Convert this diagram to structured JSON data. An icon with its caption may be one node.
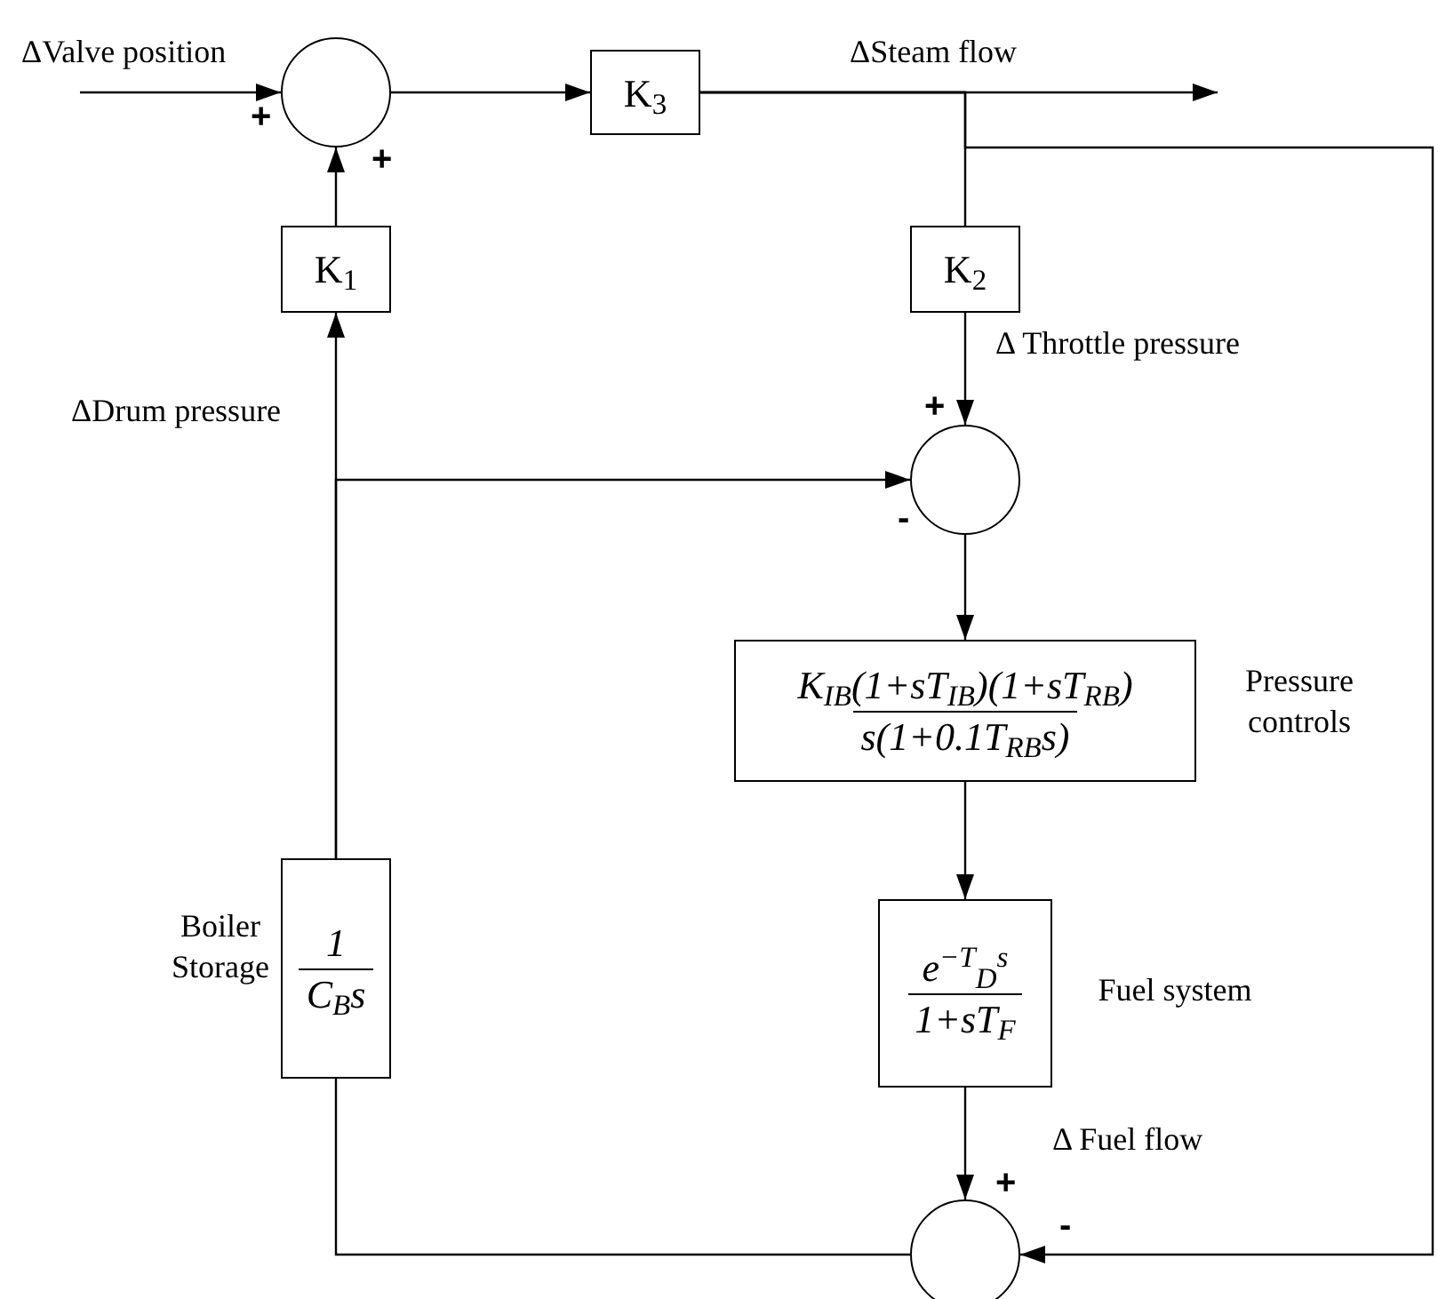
{
  "diagram": {
    "nodes": [
      {
        "text": [],
        "shape": "circle"
      },
      {
        "text": [
          "K$_{3}$"
        ]
      },
      {
        "text": [
          "K$_{1}$"
        ]
      },
      {
        "text": [
          "K$_{2}$"
        ]
      },
      {
        "text": [],
        "shape": "circle"
      },
      {
        "text": [
          "1",
          "C$_{B}$s"
        ],
        "beside": [
          "Boiler Storage"
        ]
      },
      {
        "text": [
          "K$_{IB}$(1+sT$_{IB}$)(1+sT$_{RB}$)",
          "s(1+0.1T$_{RB}$s)"
        ],
        "beside": [
          "Pressure controls"
        ]
      },
      {
        "text": [
          "e$^{−T}$$_{D}$$^{s}$",
          "1+sT$_{F}$"
        ],
        "beside": [
          "Fuel system"
        ]
      },
      {
        "text": [],
        "shape": "circle"
      }
    ],
    "edges": [
      {
        "from": null,
        "to": 0,
        "arrow": "to",
        "label": "ΔValve position"
      },
      {
        "from": 0,
        "to": 1,
        "arrow": "to"
      },
      {
        "from": 1,
        "to": null,
        "arrow": "to",
        "label": "ΔSteam flow"
      },
      {
        "from": 1,
        "to": 3,
        "arrow": "none"
      },
      {
        "from": 1,
        "to": 8,
        "arrow": "to"
      },
      {
        "from": 3,
        "to": 4,
        "arrow": "to",
        "label": "Δ Throttle pressure"
      },
      {
        "from": 4,
        "to": 6,
        "arrow": "to"
      },
      {
        "from": 6,
        "to": 7,
        "arrow": "to"
      },
      {
        "from": 7,
        "to": 8,
        "arrow": "to",
        "label": "Δ Fuel flow"
      },
      {
        "from": 8,
        "to": 5,
        "arrow": "none"
      },
      {
        "from": 5,
        "to": 2,
        "arrow": "to",
        "label": "ΔDrum pressure"
      },
      {
        "from": 5,
        "to": 4,
        "arrow": "to"
      },
      {
        "from": 2,
        "to": 0,
        "arrow": "to"
      }
    ],
    "labels": [
      "+",
      "+",
      "+",
      "-",
      "+",
      "-"
    ]
  }
}
